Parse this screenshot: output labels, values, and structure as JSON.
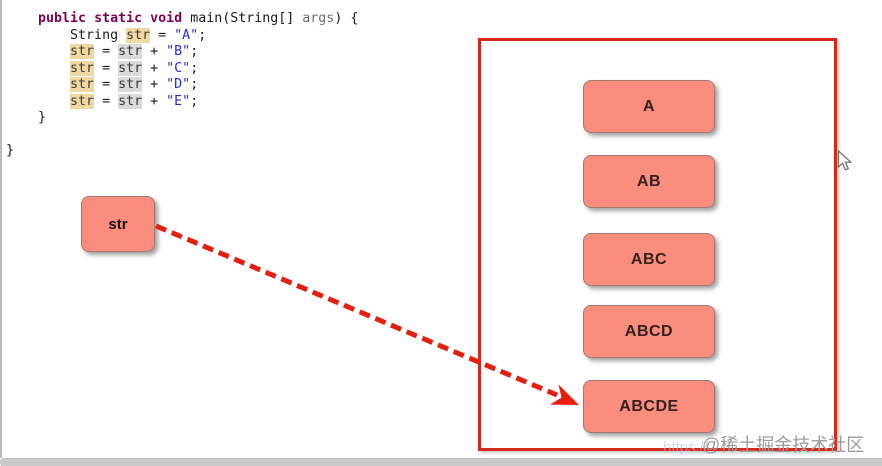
{
  "colors": {
    "accent": "#d6291b",
    "box-fill": "#fa8d7d",
    "arrow": "#e41f10",
    "keyword": "#7f0055",
    "string": "#2b2bd5",
    "hl-write": "#f0d8a2",
    "hl-read": "#dadada"
  },
  "code": {
    "lines": [
      [
        {
          "t": "    ",
          "c": "pl"
        },
        {
          "t": "public",
          "c": "kw"
        },
        {
          "t": " ",
          "c": "pl"
        },
        {
          "t": "static",
          "c": "kw"
        },
        {
          "t": " ",
          "c": "pl"
        },
        {
          "t": "void",
          "c": "kw"
        },
        {
          "t": " main(String[] ",
          "c": "pl"
        },
        {
          "t": "args",
          "c": "param"
        },
        {
          "t": ") {",
          "c": "pl"
        }
      ],
      [
        {
          "t": "        String ",
          "c": "pl"
        },
        {
          "t": "str",
          "c": "hlw"
        },
        {
          "t": " = ",
          "c": "pl"
        },
        {
          "t": "\"A\"",
          "c": "lit"
        },
        {
          "t": ";",
          "c": "pl"
        }
      ],
      [
        {
          "t": "        ",
          "c": "pl"
        },
        {
          "t": "str",
          "c": "hlw"
        },
        {
          "t": " = ",
          "c": "pl"
        },
        {
          "t": "str",
          "c": "hlr"
        },
        {
          "t": " + ",
          "c": "pl"
        },
        {
          "t": "\"B\"",
          "c": "lit"
        },
        {
          "t": ";",
          "c": "pl"
        }
      ],
      [
        {
          "t": "        ",
          "c": "pl"
        },
        {
          "t": "str",
          "c": "hlw"
        },
        {
          "t": " = ",
          "c": "pl"
        },
        {
          "t": "str",
          "c": "hlr"
        },
        {
          "t": " + ",
          "c": "pl"
        },
        {
          "t": "\"C\"",
          "c": "lit"
        },
        {
          "t": ";",
          "c": "pl"
        }
      ],
      [
        {
          "t": "        ",
          "c": "pl"
        },
        {
          "t": "str",
          "c": "hlw"
        },
        {
          "t": " = ",
          "c": "pl"
        },
        {
          "t": "str",
          "c": "hlr"
        },
        {
          "t": " + ",
          "c": "pl"
        },
        {
          "t": "\"D\"",
          "c": "lit"
        },
        {
          "t": ";",
          "c": "pl"
        }
      ],
      [
        {
          "t": "        ",
          "c": "pl"
        },
        {
          "t": "str",
          "c": "hlw"
        },
        {
          "t": " = ",
          "c": "pl"
        },
        {
          "t": "str",
          "c": "hlr"
        },
        {
          "t": " + ",
          "c": "pl"
        },
        {
          "t": "\"E\"",
          "c": "lit"
        },
        {
          "t": ";",
          "c": "pl"
        }
      ],
      [
        {
          "t": "    }",
          "c": "pl"
        }
      ],
      [],
      [
        {
          "t": "}",
          "c": "pl"
        }
      ]
    ]
  },
  "diagram": {
    "stack_box": {
      "label": "str"
    },
    "heap_boxes": [
      {
        "label": "A"
      },
      {
        "label": "AB"
      },
      {
        "label": "ABC"
      },
      {
        "label": "ABCD"
      },
      {
        "label": "ABCDE"
      }
    ],
    "arrow": {
      "from": "str",
      "to": "ABCDE",
      "style": "red-dashed"
    }
  },
  "watermark": {
    "text": "@稀土掘金技术社区",
    "url_text": "https://"
  }
}
